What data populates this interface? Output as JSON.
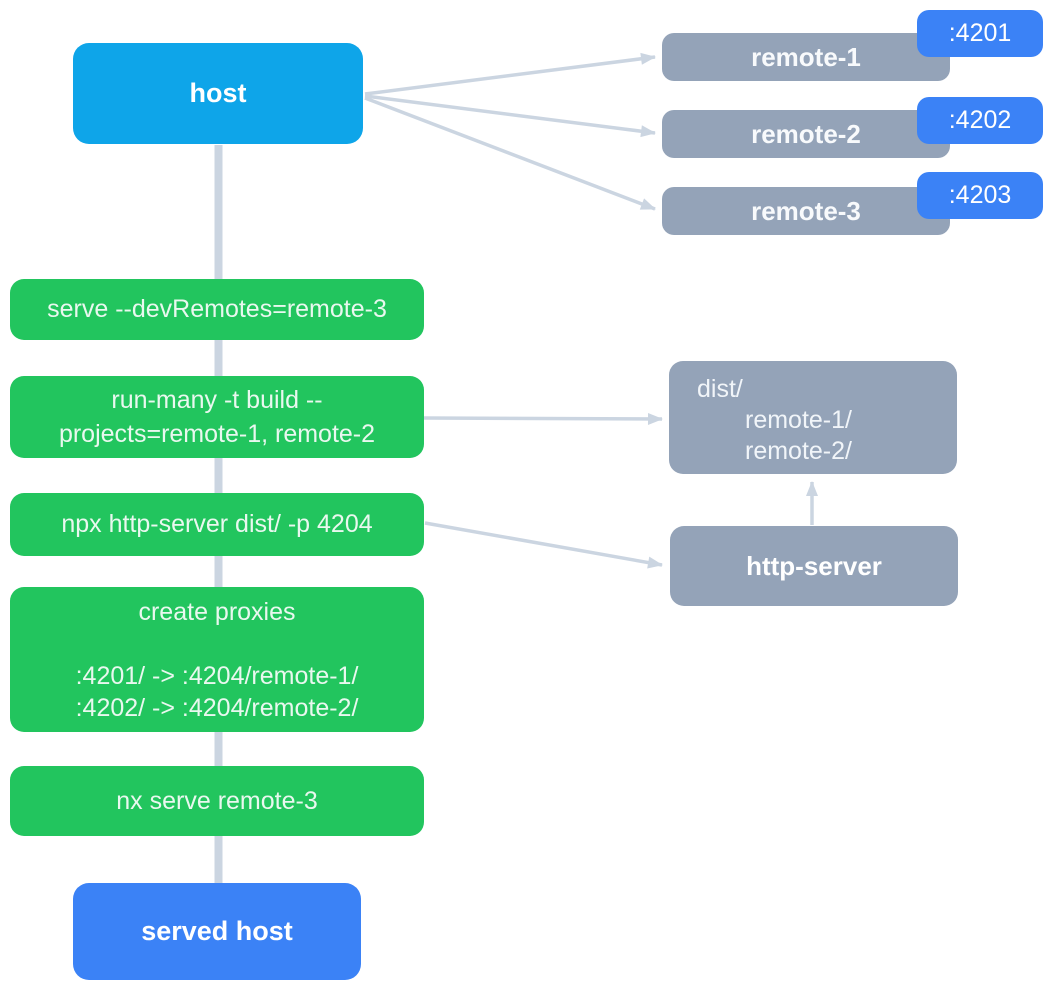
{
  "colors": {
    "host_node": "#0ea5e9",
    "port_badge_and_served_host": "#3b82f6",
    "command_step": "#22c55e",
    "artifact_node": "#94a3b8",
    "connector": "#cbd5e1"
  },
  "host": {
    "label": "host"
  },
  "remotes": [
    {
      "name": "remote-1",
      "port": ":4201"
    },
    {
      "name": "remote-2",
      "port": ":4202"
    },
    {
      "name": "remote-3",
      "port": ":4203"
    }
  ],
  "steps": {
    "serve": "serve --devRemotes=remote-3",
    "run_many_line1": "run-many -t build --",
    "run_many_line2": "projects=remote-1, remote-2",
    "http_server_cmd": "npx http-server dist/ -p 4204",
    "proxies_title": "create proxies",
    "proxy_rule1": ":4201/ -> :4204/remote-1/",
    "proxy_rule2": ":4202/ -> :4204/remote-2/",
    "nx_serve": "nx serve remote-3"
  },
  "dist": {
    "line1": "dist/",
    "line2": "remote-1/",
    "line3": "remote-2/"
  },
  "http_server": {
    "label": "http-server"
  },
  "served_host": {
    "label": "served host"
  },
  "edges": [
    {
      "from": "host",
      "to": "remote-1"
    },
    {
      "from": "host",
      "to": "remote-2"
    },
    {
      "from": "host",
      "to": "remote-3"
    },
    {
      "from": "host",
      "to": "served host"
    },
    {
      "from": "run-many -t build step",
      "to": "dist/"
    },
    {
      "from": "npx http-server step",
      "to": "http-server"
    },
    {
      "from": "http-server",
      "to": "dist/"
    }
  ]
}
